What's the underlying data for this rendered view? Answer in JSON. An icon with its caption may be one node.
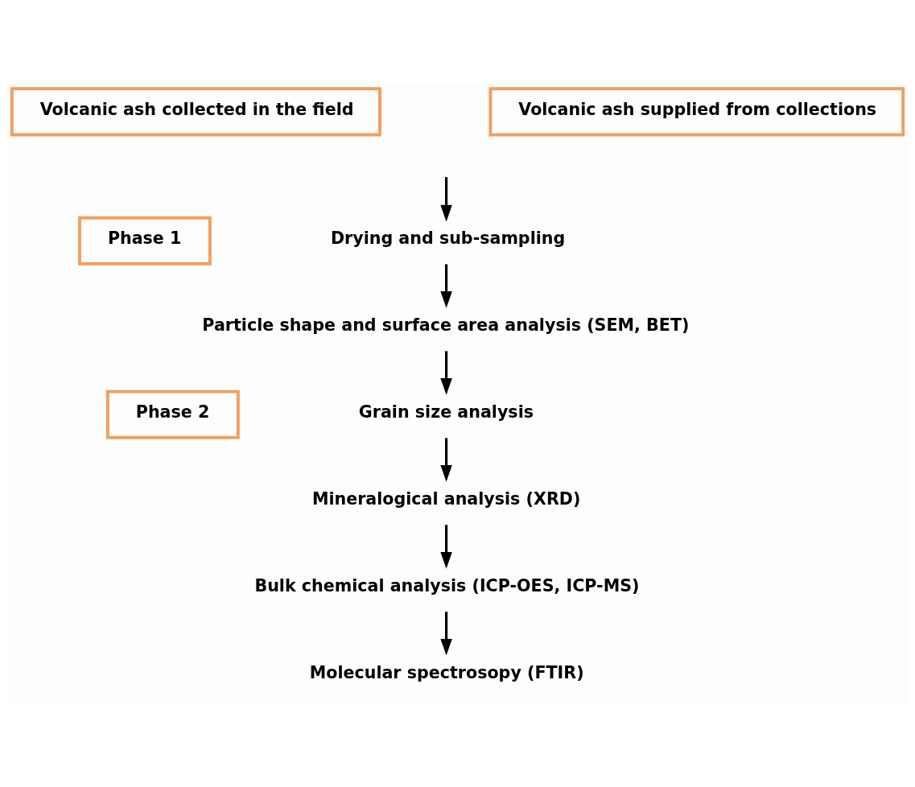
{
  "diagram": {
    "nodes": [
      {
        "text": [
          "Volcanic ash collected in the field"
        ]
      },
      {
        "text": [
          "Volcanic ash supplied from collections"
        ]
      },
      {
        "text": [
          "Phase 1"
        ]
      },
      {
        "text": [
          "Drying and sub-sampling"
        ]
      },
      {
        "text": [
          "Particle shape and surface area analysis (SEM, BET)"
        ]
      },
      {
        "text": [
          "Phase 2"
        ]
      },
      {
        "text": [
          "Grain size analysis"
        ]
      },
      {
        "text": [
          "Mineralogical analysis (XRD)"
        ]
      },
      {
        "text": [
          "Bulk chemical analysis (ICP-OES, ICP-MS)"
        ]
      },
      {
        "text": [
          "Molecular spectrosopy (FTIR)"
        ]
      }
    ],
    "edges": [
      {
        "from": null,
        "to": 3,
        "arrow": "to"
      },
      {
        "from": 3,
        "to": 4,
        "arrow": "to"
      },
      {
        "from": 4,
        "to": 6,
        "arrow": "to"
      },
      {
        "from": 6,
        "to": 7,
        "arrow": "to"
      },
      {
        "from": 7,
        "to": 8,
        "arrow": "to"
      },
      {
        "from": 8,
        "to": 9,
        "arrow": "to"
      }
    ]
  }
}
